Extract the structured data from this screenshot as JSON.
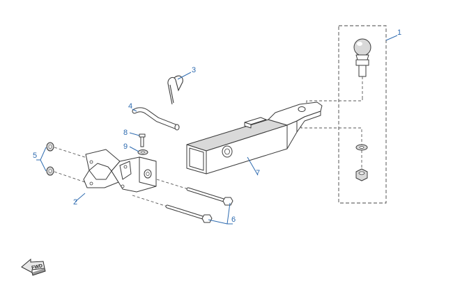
{
  "callouts": [
    {
      "id": "1",
      "text": "1"
    },
    {
      "id": "2",
      "text": "2"
    },
    {
      "id": "3",
      "text": "3"
    },
    {
      "id": "4",
      "text": "4"
    },
    {
      "id": "5",
      "text": "5"
    },
    {
      "id": "6",
      "text": "6"
    },
    {
      "id": "7",
      "text": "7"
    },
    {
      "id": "8",
      "text": "8"
    },
    {
      "id": "9",
      "text": "9"
    }
  ],
  "fwd_arrow": {
    "label": "FWD"
  },
  "colors": {
    "callout": "#2e6bb0",
    "line": "#3a3a3a",
    "shading": "#d9d9d9"
  }
}
